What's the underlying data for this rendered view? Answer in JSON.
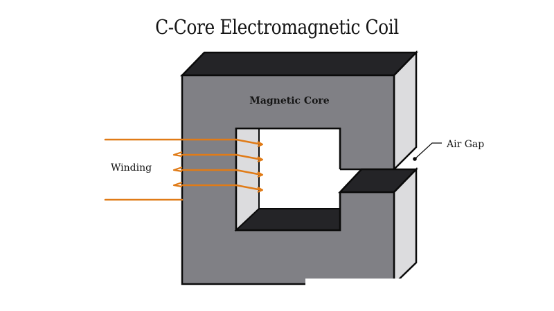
{
  "title": "C-Core Electromagnetic Coil",
  "labels": {
    "core": "Magnetic Core",
    "winding": "Winding",
    "air_gap": "Air Gap"
  },
  "colors": {
    "front_face": "#808085",
    "top_face": "#242427",
    "side_face": "#DCDCDE",
    "outline": "#0a0a0a",
    "wire": "#E07B17",
    "background": "#ffffff"
  },
  "winding": {
    "turns": 4,
    "leads": 2
  }
}
